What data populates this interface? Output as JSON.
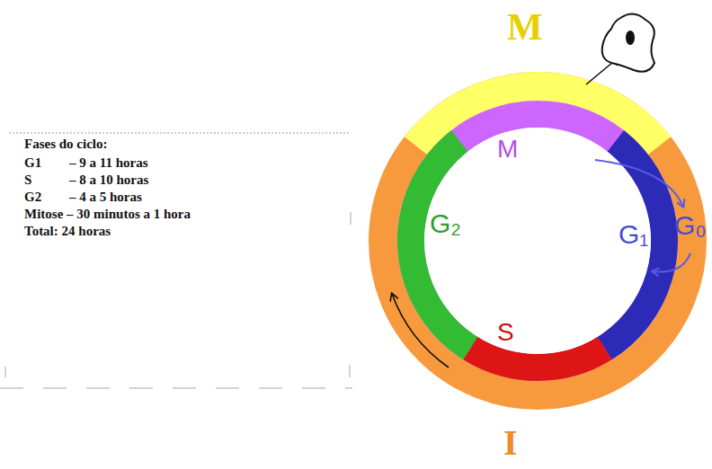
{
  "diagram": {
    "title": "Fases do ciclo:",
    "labels": [
      "G1",
      "– 9 a 11 horas",
      "S",
      "– 8 a 10 horas",
      "G2",
      "– 4 a 5 horas",
      "Mitose – 30 minutos a 1 hora",
      "Total: 24 horas",
      "M",
      "M",
      "G₂",
      "G₁",
      "G₀",
      "S",
      "I"
    ]
  }
}
